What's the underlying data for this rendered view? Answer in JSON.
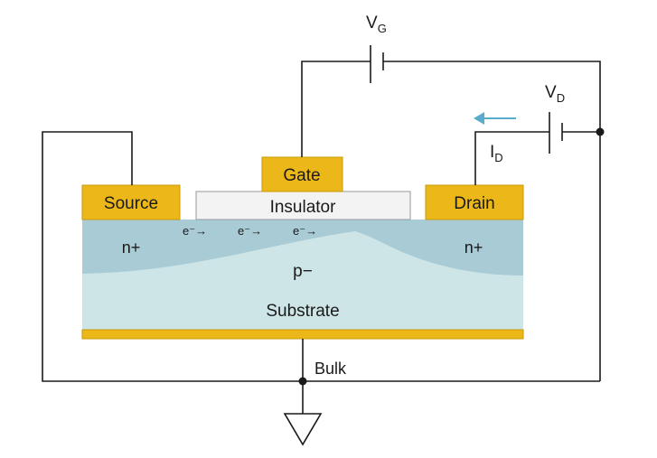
{
  "labels": {
    "vg": "V",
    "vg_sub": "G",
    "vd": "V",
    "vd_sub": "D",
    "id": "I",
    "id_sub": "D",
    "gate": "Gate",
    "insulator": "Insulator",
    "source": "Source",
    "drain": "Drain",
    "n_left": "n+",
    "n_right": "n+",
    "p": "p−",
    "substrate": "Substrate",
    "bulk": "Bulk",
    "electron": "e⁻→"
  },
  "colors": {
    "wire": "#1a1a1a",
    "electrode": "#ecb819",
    "electrode_edge": "#c99a08",
    "insulator": "#f3f3f3",
    "substrate": "#cde5e7",
    "n_region": "#a9cbd6",
    "current_arrow": "#5aaccc"
  }
}
